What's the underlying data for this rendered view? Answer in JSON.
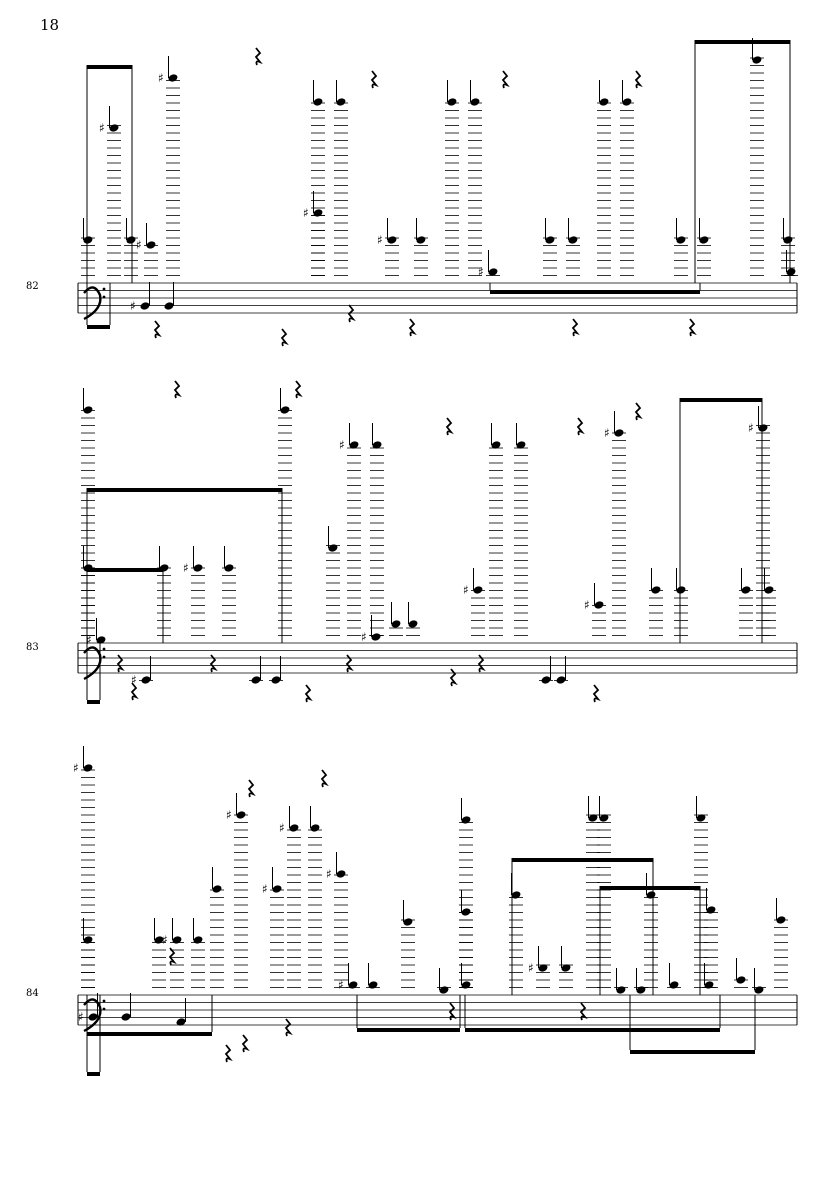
{
  "page": {
    "number": "18"
  },
  "systems": [
    {
      "measure": "82",
      "clef": "bass"
    },
    {
      "measure": "83",
      "clef": "bass"
    },
    {
      "measure": "84",
      "clef": "bass"
    }
  ],
  "colors": {
    "ink": "#000000",
    "paper": "#ffffff"
  }
}
